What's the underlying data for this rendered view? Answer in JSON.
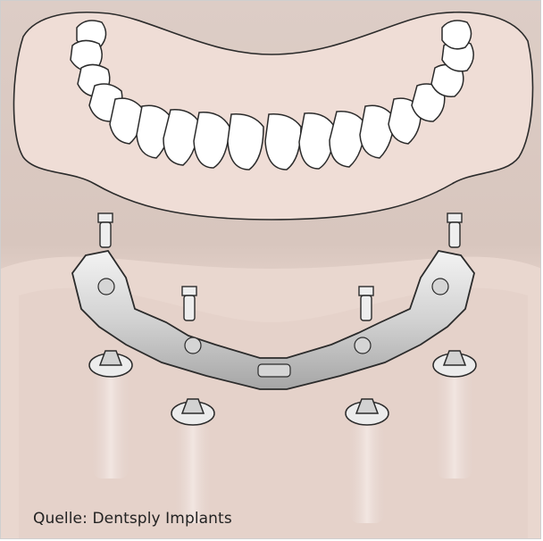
{
  "caption": {
    "text": "Quelle: Dentsply Implants"
  },
  "colors": {
    "background": "#d9c9c2",
    "gum": "#e7cfc8",
    "gum_shadow": "#d7bcb3",
    "prosthesis_base": "#efddd6",
    "tooth": "#ffffff",
    "metal_light": "#e9e9e9",
    "metal_mid": "#c9c9c9",
    "metal_dark": "#8f8f8f",
    "outline": "#2b2b2b"
  },
  "icons": [
    "denture-arch",
    "implant-bar",
    "abutment-screw",
    "implant-cap",
    "implant-post"
  ]
}
